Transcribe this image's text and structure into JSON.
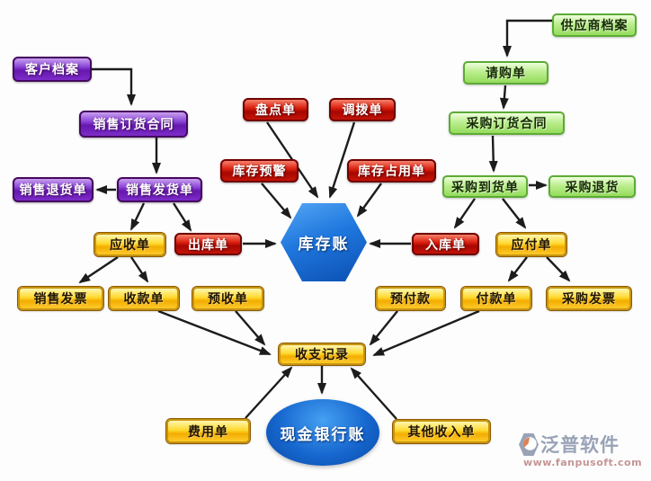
{
  "diagram": {
    "nodes": {
      "customer_file": "客户档案",
      "sales_order_contract": "销售订货合同",
      "sales_return": "销售退货单",
      "sales_delivery": "销售发货单",
      "supplier_file": "供应商档案",
      "purchase_requisition": "请购单",
      "purchase_order_contract": "采购订货合同",
      "purchase_arrival": "采购到货单",
      "purchase_return": "采购退货",
      "stocktake": "盘点单",
      "transfer": "调拨单",
      "inventory_alert": "库存预警",
      "inventory_occupy": "库存占用单",
      "outbound": "出库单",
      "inbound": "入库单",
      "receivable": "应收单",
      "payable": "应付单",
      "sales_invoice": "销售发票",
      "receipt": "收款单",
      "advance_receipt": "预收单",
      "advance_payment": "预付款",
      "payment": "付款单",
      "purchase_invoice": "采购发票",
      "income_expense": "收支记录",
      "expense": "费用单",
      "other_income": "其他收入单",
      "inventory_account": "库存账",
      "cash_bank_account": "现金银行账"
    },
    "edges": [
      {
        "from": "customer_file",
        "to": "sales_order_contract"
      },
      {
        "from": "sales_order_contract",
        "to": "sales_delivery"
      },
      {
        "from": "sales_delivery",
        "to": "sales_return"
      },
      {
        "from": "sales_delivery",
        "to": "receivable"
      },
      {
        "from": "sales_delivery",
        "to": "outbound"
      },
      {
        "from": "stocktake",
        "to": "inventory_account"
      },
      {
        "from": "transfer",
        "to": "inventory_account"
      },
      {
        "from": "inventory_alert",
        "to": "inventory_account"
      },
      {
        "from": "inventory_occupy",
        "to": "inventory_account"
      },
      {
        "from": "outbound",
        "to": "inventory_account"
      },
      {
        "from": "inbound",
        "to": "inventory_account"
      },
      {
        "from": "supplier_file",
        "to": "purchase_requisition"
      },
      {
        "from": "purchase_requisition",
        "to": "purchase_order_contract"
      },
      {
        "from": "purchase_order_contract",
        "to": "purchase_arrival"
      },
      {
        "from": "purchase_arrival",
        "to": "purchase_return"
      },
      {
        "from": "purchase_arrival",
        "to": "inbound"
      },
      {
        "from": "purchase_arrival",
        "to": "payable"
      },
      {
        "from": "receivable",
        "to": "sales_invoice"
      },
      {
        "from": "receivable",
        "to": "receipt"
      },
      {
        "from": "payable",
        "to": "payment"
      },
      {
        "from": "payable",
        "to": "purchase_invoice"
      },
      {
        "from": "receipt",
        "to": "income_expense"
      },
      {
        "from": "advance_receipt",
        "to": "income_expense"
      },
      {
        "from": "advance_payment",
        "to": "income_expense"
      },
      {
        "from": "payment",
        "to": "income_expense"
      },
      {
        "from": "expense",
        "to": "income_expense"
      },
      {
        "from": "other_income",
        "to": "income_expense"
      },
      {
        "from": "income_expense",
        "to": "cash_bank_account"
      }
    ],
    "colors": {
      "purple_node": "#7724c8",
      "green_node": "#9fe06a",
      "red_node": "#c00a0a",
      "yellow_node": "#ffcc11",
      "blue_node": "#1566cc",
      "arrow": "#1c1c1c"
    },
    "watermark": {
      "brand": "泛普软件",
      "url": "www.fanpusoft.com"
    }
  }
}
